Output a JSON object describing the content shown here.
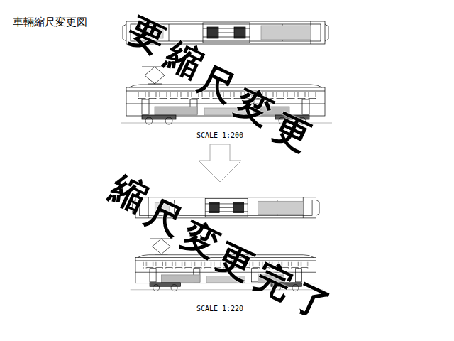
{
  "diagram": {
    "title": "車輛縮尺変更図",
    "labels": [
      "要縮尺変更",
      "SCALE 1:200",
      "縮尺変更完了",
      "SCALE 1:220"
    ]
  }
}
